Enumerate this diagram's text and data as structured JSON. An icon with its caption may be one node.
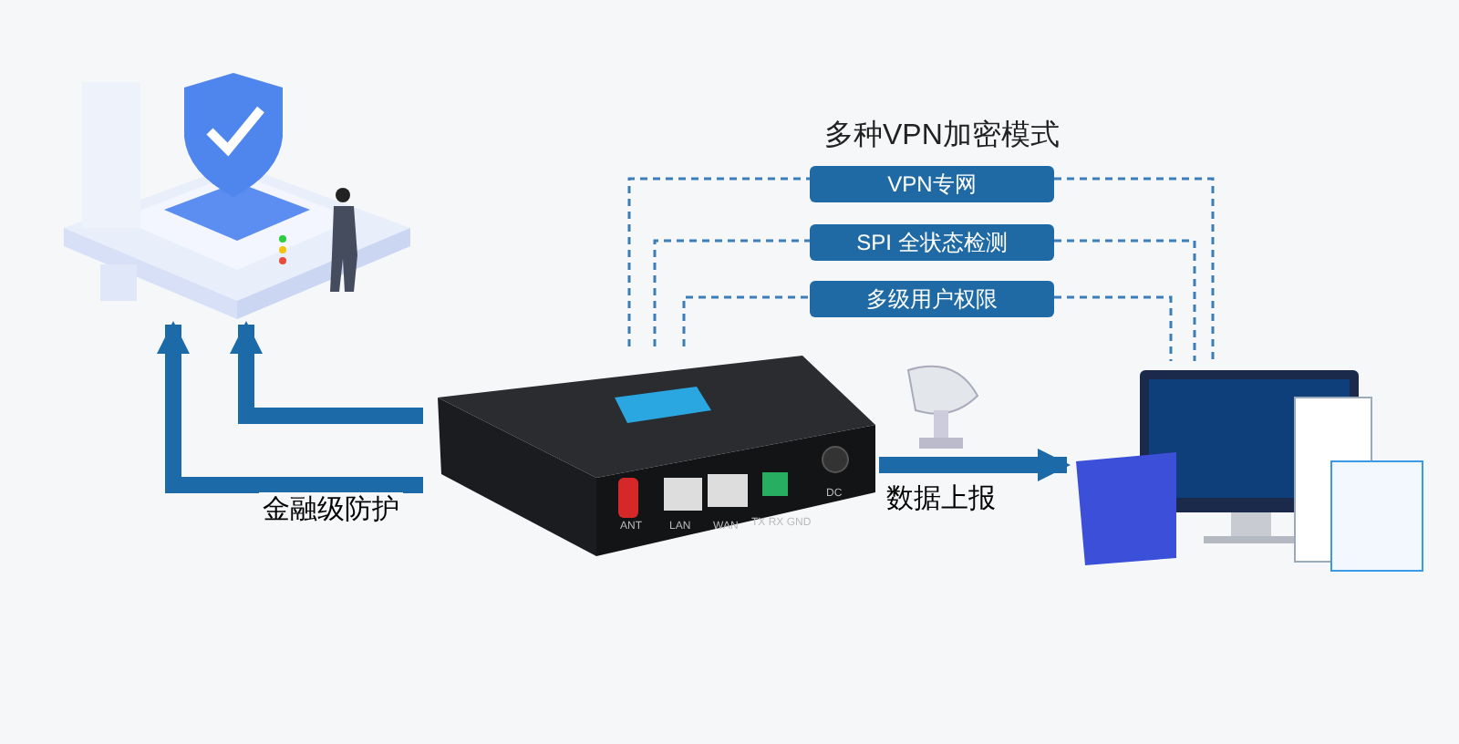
{
  "diagram": {
    "title": "多种VPN加密模式",
    "nodes": [
      {
        "text": [],
        "shape": "picture"
      },
      {
        "text": [],
        "shape": "picture"
      },
      {
        "text": [
          "VPN专网"
        ]
      },
      {
        "text": [
          "SPI 全状态检测"
        ]
      },
      {
        "text": [
          "多级用户权限"
        ]
      },
      {
        "text": [],
        "shape": "picture"
      }
    ],
    "edges": [
      {
        "from": 1,
        "to": 0,
        "arrow": "to",
        "style": "thick"
      },
      {
        "from": 1,
        "to": 0,
        "arrow": "to",
        "style": "thick",
        "label": "金融级防护"
      },
      {
        "from": 1,
        "to": 2,
        "arrow": "none",
        "style": "dashed"
      },
      {
        "from": 2,
        "to": 5,
        "arrow": "none",
        "style": "dashed"
      },
      {
        "from": 1,
        "to": 3,
        "arrow": "none",
        "style": "dashed"
      },
      {
        "from": 3,
        "to": 5,
        "arrow": "none",
        "style": "dashed"
      },
      {
        "from": 1,
        "to": 4,
        "arrow": "none",
        "style": "dashed"
      },
      {
        "from": 4,
        "to": 5,
        "arrow": "none",
        "style": "dashed"
      },
      {
        "from": 1,
        "to": 5,
        "arrow": "to",
        "style": "thick",
        "label": "数据上报"
      }
    ],
    "labels": [
      "ANT",
      "LAN",
      "WAN",
      "TX RX GND",
      "DC"
    ]
  }
}
